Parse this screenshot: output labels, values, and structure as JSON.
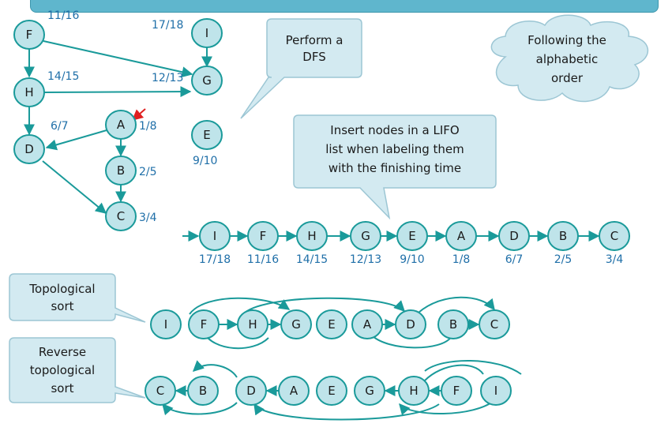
{
  "dfs_graph": {
    "nodes": {
      "F": {
        "label": "F",
        "time": "11/16"
      },
      "I": {
        "label": "I",
        "time": "17/18"
      },
      "G": {
        "label": "G",
        "time": "12/13"
      },
      "H": {
        "label": "H",
        "time": "14/15"
      },
      "A": {
        "label": "A",
        "time": "1/8"
      },
      "D": {
        "label": "D",
        "time": "6/7"
      },
      "B": {
        "label": "B",
        "time": "2/5"
      },
      "C": {
        "label": "C",
        "time": "3/4"
      },
      "E": {
        "label": "E",
        "time": "9/10"
      }
    },
    "start_marker": "A"
  },
  "callouts": {
    "dfs": [
      "Perform a",
      "DFS"
    ],
    "cloud": [
      "Following the",
      "alphabetic",
      "order"
    ],
    "lifo": [
      "Insert nodes in a LIFO",
      "list when labeling them",
      "with the finishing time"
    ],
    "topo": [
      "Topological",
      "sort"
    ],
    "reverse": [
      "Reverse",
      "topological",
      "sort"
    ]
  },
  "lifo_list": [
    {
      "label": "I",
      "time": "17/18"
    },
    {
      "label": "F",
      "time": "11/16"
    },
    {
      "label": "H",
      "time": "14/15"
    },
    {
      "label": "G",
      "time": "12/13"
    },
    {
      "label": "E",
      "time": "9/10"
    },
    {
      "label": "A",
      "time": "1/8"
    },
    {
      "label": "D",
      "time": "6/7"
    },
    {
      "label": "B",
      "time": "2/5"
    },
    {
      "label": "C",
      "time": "3/4"
    }
  ],
  "topological_row": [
    "I",
    "F",
    "H",
    "G",
    "E",
    "A",
    "D",
    "B",
    "C"
  ],
  "reverse_row": [
    "C",
    "B",
    "D",
    "A",
    "E",
    "G",
    "H",
    "F",
    "I"
  ],
  "colors": {
    "node_fill": "#bfe4ea",
    "edge": "#1a9a9a",
    "time_text": "#1f6fa8",
    "callout_fill": "#d3eaf1",
    "callout_border": "#9cc6d4",
    "banner": "#5fb6cd",
    "start_arrow": "#e02020"
  }
}
